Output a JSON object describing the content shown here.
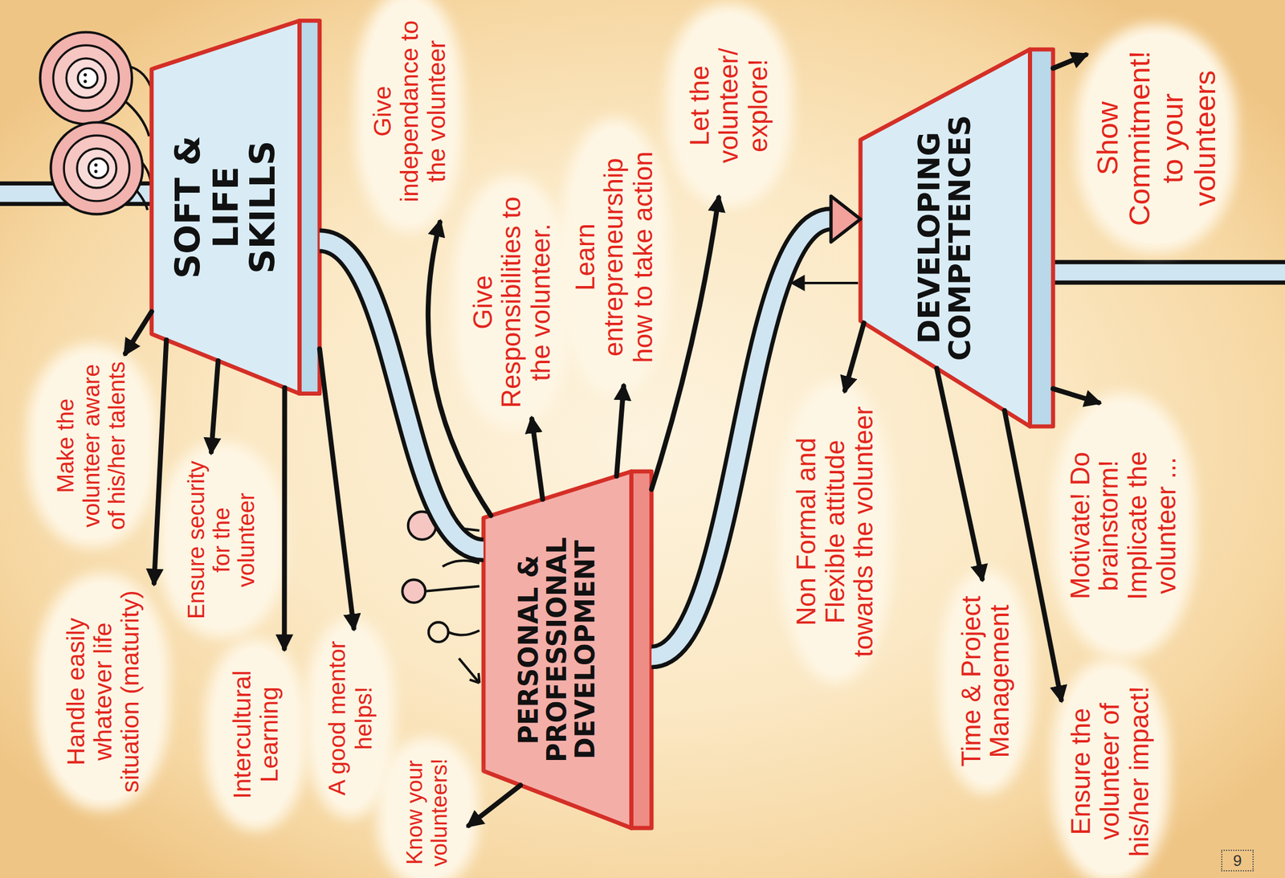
{
  "diagram": {
    "nodes": [
      {
        "text": [
          "SOFT & LIFE SKILLS"
        ]
      },
      {
        "text": [
          "Make the volunteer aware of his/her talents"
        ]
      },
      {
        "text": [
          "Ensure security for the volunteer"
        ]
      },
      {
        "text": [
          "Handle easily whatever life situation (maturity)"
        ]
      },
      {
        "text": [
          "Intercultural Learning"
        ]
      },
      {
        "text": [
          "A good mentor helps!"
        ]
      },
      {
        "text": [
          "Give independance to the volunteer"
        ]
      },
      {
        "text": [
          "PERSONAL & PROFESSIONAL DEVELOPMENT"
        ]
      },
      {
        "text": [
          "Know your volunteers!"
        ]
      },
      {
        "text": [
          "Give Responsibilities to the volunteer."
        ]
      },
      {
        "text": [
          "Learn entrepreneurship how to take action"
        ]
      },
      {
        "text": [
          "Let the volunteer/ explore!"
        ]
      },
      {
        "text": [
          "DEVELOPING COMPETENCES"
        ]
      },
      {
        "text": [
          "Show Commitment! to your volunteers"
        ]
      },
      {
        "text": [
          "Non Formal and Flexible attitude towards the volunteer"
        ]
      },
      {
        "text": [
          "Time & Project Management"
        ]
      },
      {
        "text": [
          "Motivate! Do brainstorm! Implicate the volunteer ..."
        ]
      },
      {
        "text": [
          "Ensure the volunteer of his/her impact!"
        ]
      }
    ],
    "edges": [
      {
        "from": 0,
        "to": 1,
        "arrow": "to"
      },
      {
        "from": 0,
        "to": 2,
        "arrow": "to"
      },
      {
        "from": 0,
        "to": 3,
        "arrow": "to"
      },
      {
        "from": 0,
        "to": 4,
        "arrow": "to"
      },
      {
        "from": 0,
        "to": 5,
        "arrow": "to"
      },
      {
        "from": 7,
        "to": 6,
        "arrow": "to"
      },
      {
        "from": 7,
        "to": 8,
        "arrow": "to"
      },
      {
        "from": 7,
        "to": 9,
        "arrow": "to"
      },
      {
        "from": 7,
        "to": 10,
        "arrow": "to"
      },
      {
        "from": 7,
        "to": 11,
        "arrow": "to"
      },
      {
        "from": 12,
        "to": 13,
        "arrow": "to"
      },
      {
        "from": 12,
        "to": 14,
        "arrow": "to"
      },
      {
        "from": 12,
        "to": 15,
        "arrow": "to"
      },
      {
        "from": 12,
        "to": 16,
        "arrow": "to"
      },
      {
        "from": 12,
        "to": 17,
        "arrow": "to"
      },
      {
        "from": 0,
        "to": 7,
        "arrow": "none"
      },
      {
        "from": 7,
        "to": 12,
        "arrow": "to"
      }
    ],
    "labels": [
      "9"
    ]
  }
}
